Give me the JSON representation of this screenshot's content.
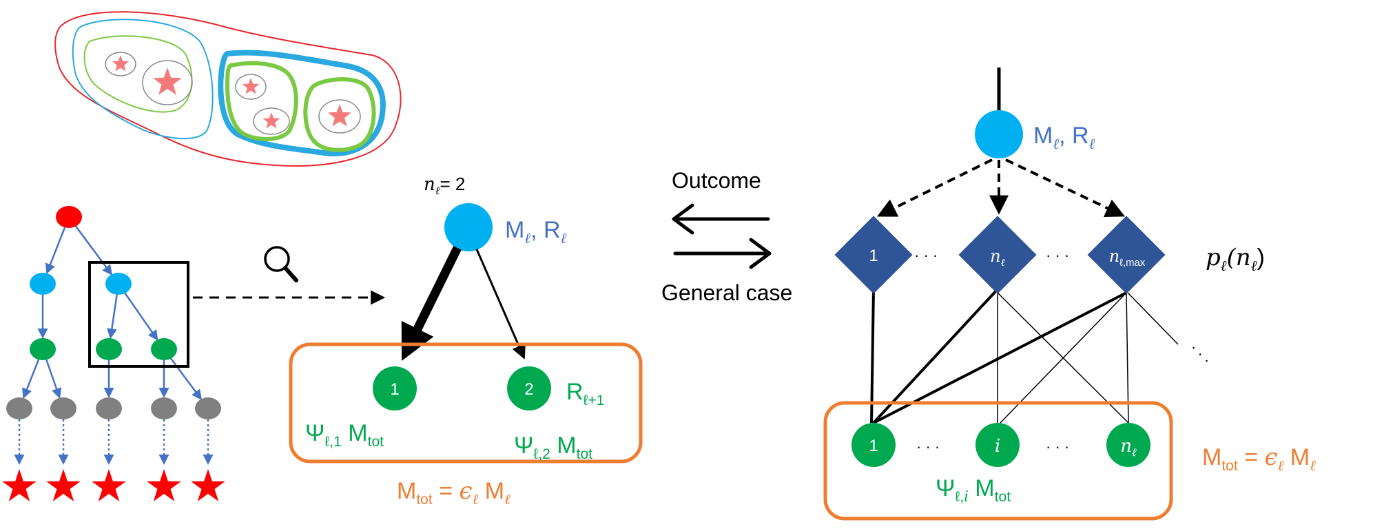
{
  "colors": {
    "blue_node": "#00b0f0",
    "green_node": "#00a94f",
    "gray_node": "#808080",
    "red_node": "#ff0000",
    "diamond": "#2f5597",
    "label_blue": "#4472c4",
    "label_green": "#00a94f",
    "label_orange": "#ed7d31",
    "box_orange": "#ed7d31",
    "contour_red": "#e8282c",
    "contour_cyan": "#2aa8e0",
    "contour_green": "#7ac943",
    "star_pink": "#f47b7b"
  },
  "middle": {
    "n_eq": "n",
    "n_sub": "ℓ",
    "n_val": "= 2",
    "parent_label_M": "M",
    "parent_label_R": "R",
    "child1_num": "1",
    "child2_num": "2",
    "child2_R": "R",
    "child2_R_sub": "ℓ+1",
    "psi1": "Ψ",
    "psi1_sub": "ℓ,1",
    "psi2": "Ψ",
    "psi2_sub": "ℓ,2",
    "mtot": "M",
    "mtot_sub": "tot",
    "eq_M": "M",
    "eq_tot": "tot",
    "eq_mid": " = ",
    "eq_eps": "ϵ",
    "eq_eps_sub": "ℓ",
    "eq_Ml": "M",
    "eq_Ml_sub": "ℓ"
  },
  "arrows": {
    "outcome": "Outcome",
    "general_case": "General case"
  },
  "right": {
    "parent_M": "M",
    "parent_R": "R",
    "sub_l": "ℓ",
    "diamond1": "1",
    "diamond_n": "n",
    "diamond_n_sub": "ℓ",
    "diamond_max": "n",
    "diamond_max_sub": "ℓ,max",
    "dots": "· · ·",
    "p_label": "p",
    "p_arg": "(n",
    "p_close": ")",
    "child1": "1",
    "child_i": "i",
    "child_n": "n",
    "psi": "Ψ",
    "psi_sub": "ℓ,",
    "psi_i": "i",
    "mtot": "M",
    "mtot_sub": "tot",
    "eq_M": "M",
    "eq_tot": "tot",
    "eq_mid": " = ",
    "eq_eps": "ϵ",
    "eq_Ml": "M"
  }
}
